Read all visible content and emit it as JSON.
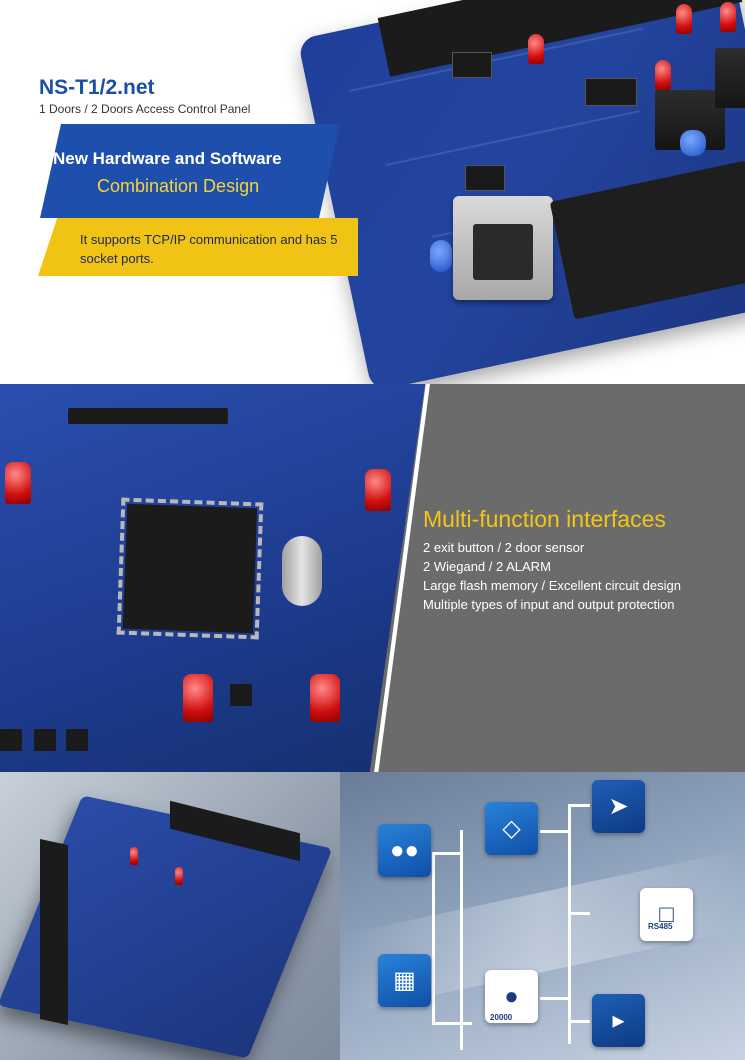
{
  "hero": {
    "title": "NS-T1/2.net",
    "subtitle": "1 Doors / 2 Doors Access Control Panel",
    "band_line1": "New Hardware and Software",
    "band_line2": "Combination Design",
    "yellow_text": "It supports TCP/IP communication and has 5 socket ports."
  },
  "features": {
    "title": "Multi-function interfaces",
    "lines": [
      "2 exit button / 2 door sensor",
      "2 Wiegand / 2 ALARM",
      "Large flash memory / Excellent circuit design",
      "Multiple types of input and output protection"
    ]
  },
  "diagram": {
    "rs485_label": "RS485",
    "count_label": "20000"
  },
  "colors": {
    "brand_blue": "#1a4fa6",
    "band_blue": "#1f4fad",
    "accent_yellow": "#f1c315",
    "gray_panel": "#6b6b6b"
  }
}
